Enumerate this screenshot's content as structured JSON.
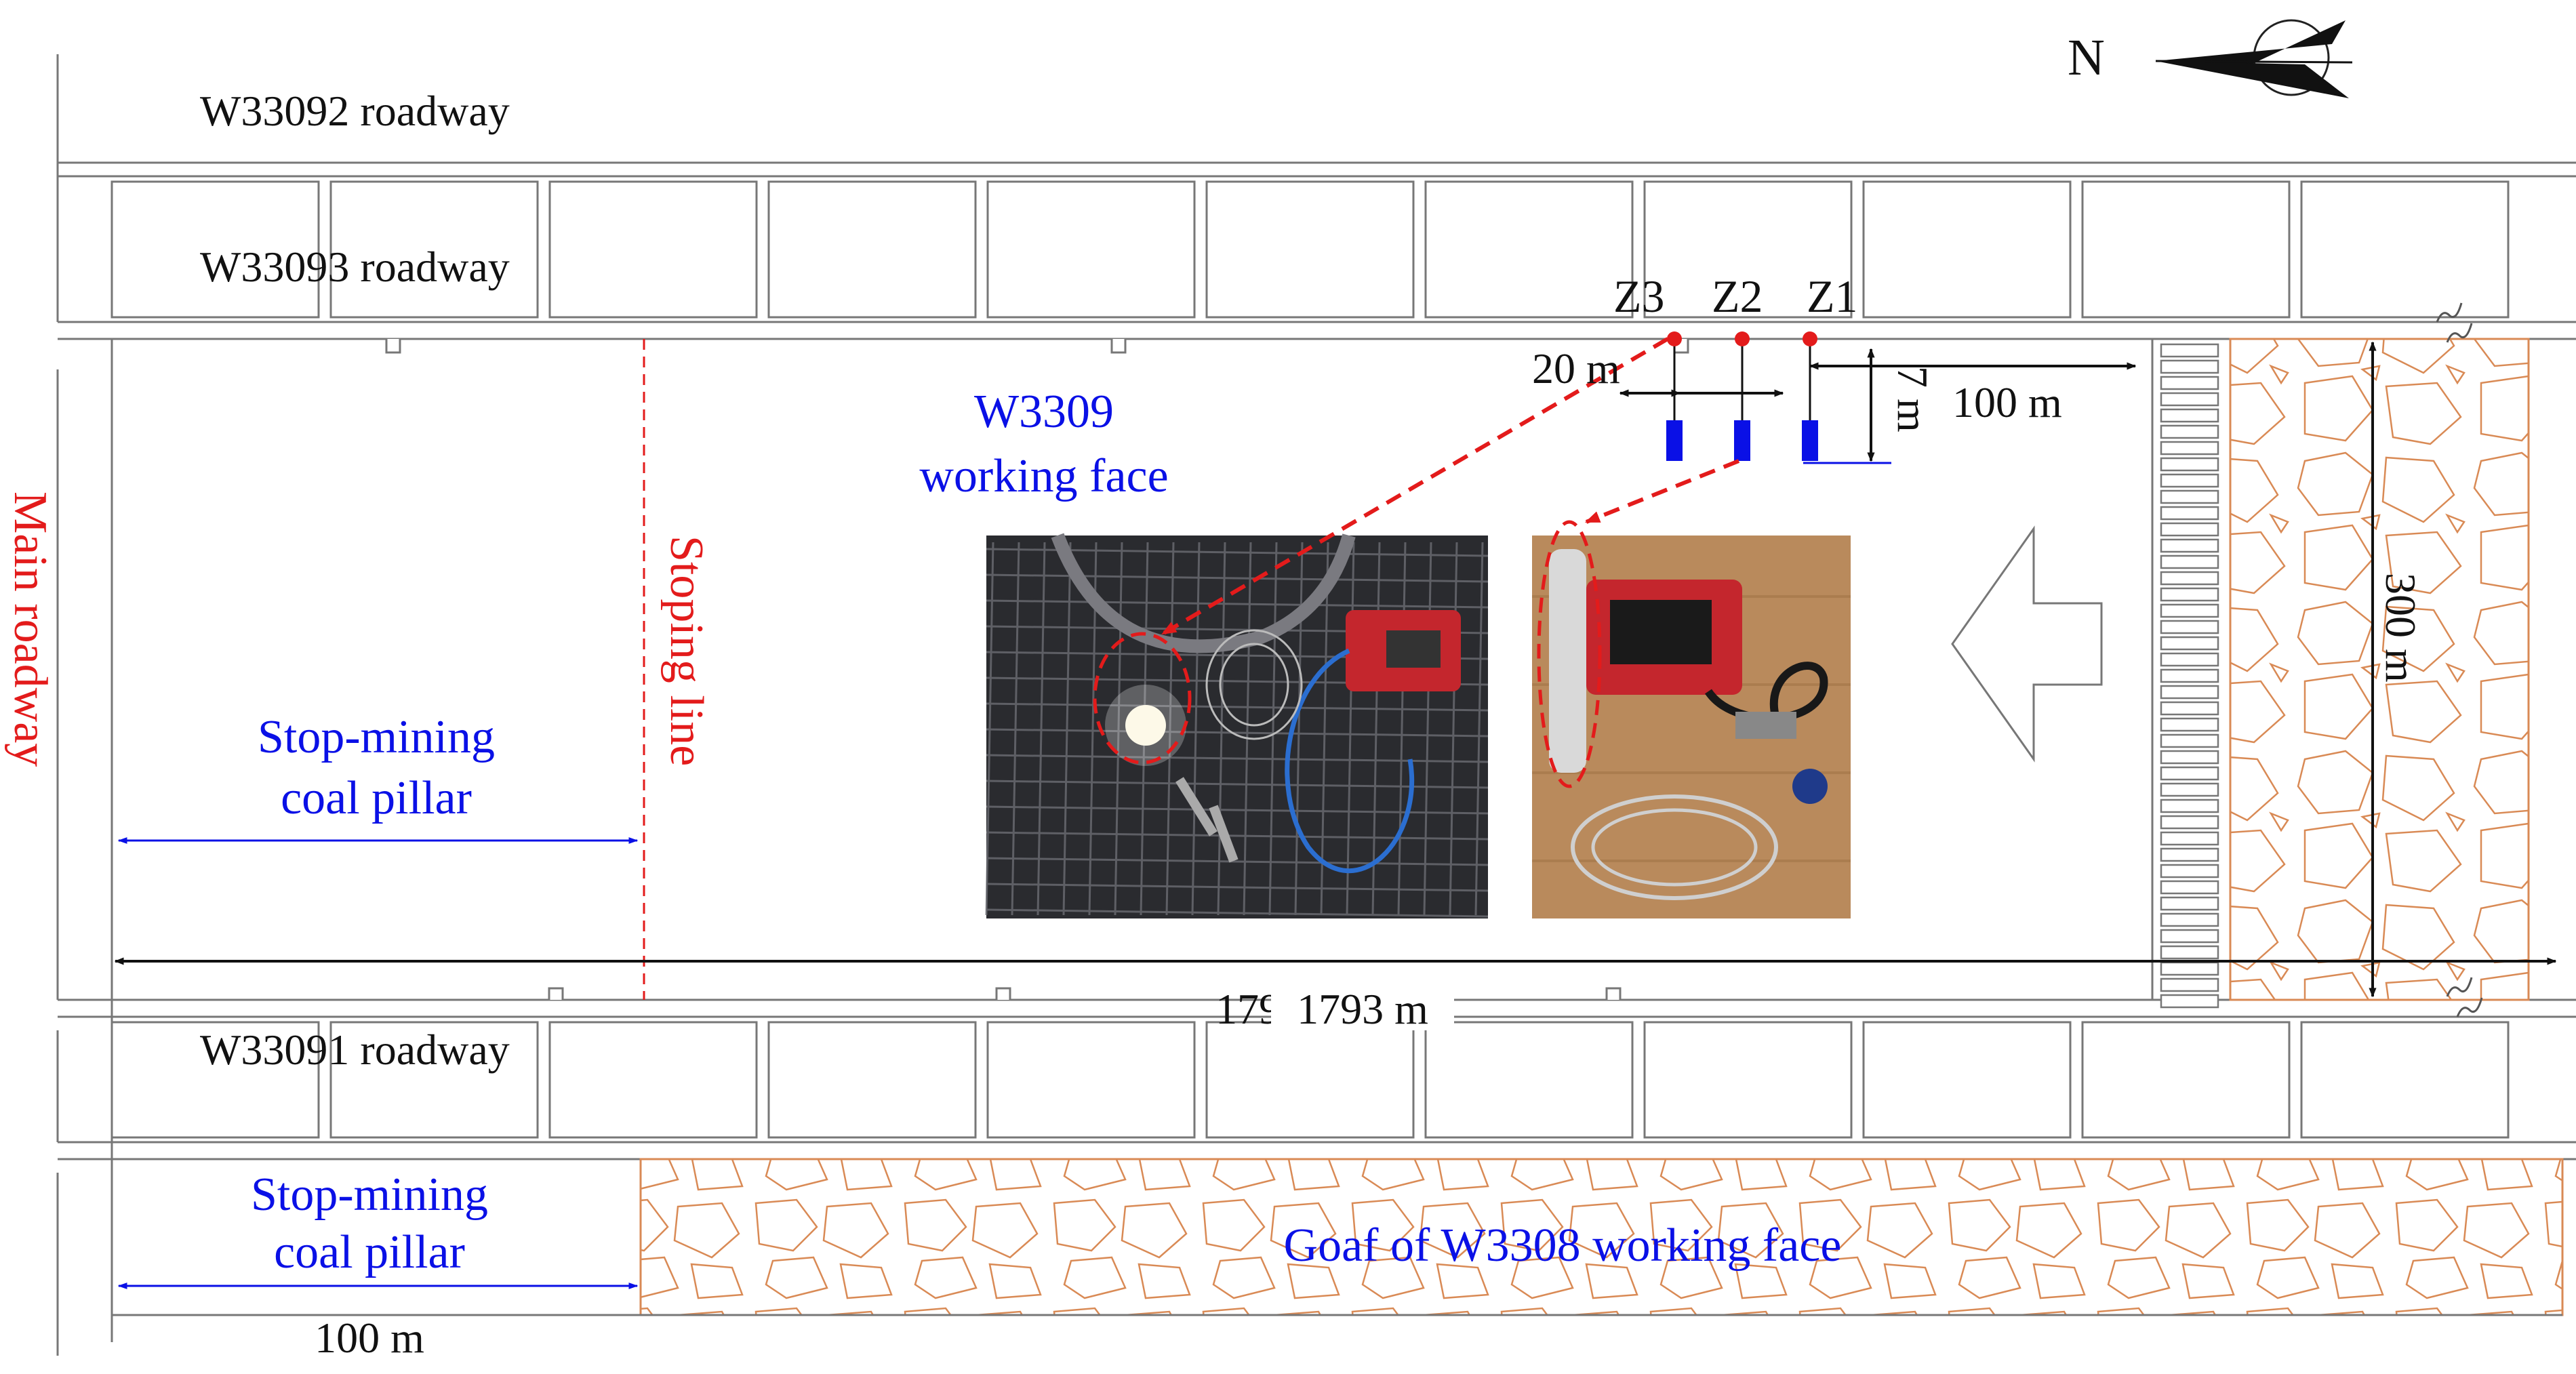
{
  "colors": {
    "blue": "#0a10e6",
    "red": "#e31b1b",
    "goaf": "#d98a55",
    "line": "#777777",
    "black": "#111111"
  },
  "roadways": {
    "top": "W33092 roadway",
    "upper": "W33093 roadway",
    "lower": "W33091 roadway",
    "main": "Main roadway"
  },
  "working_face": {
    "line1": "W3309",
    "line2": "working face"
  },
  "stoping_line": "Stoping line",
  "pillar": {
    "line1": "Stop-mining",
    "line2": "coal pillar"
  },
  "goaf_label": "Goaf of W3308 working face",
  "north": "N",
  "stations": [
    "Z3",
    "Z2",
    "Z1"
  ],
  "dimensions": {
    "spacing": "20 m",
    "depth": "7 m",
    "offset": "100 m",
    "width": "300 m",
    "length": "1793 m",
    "pillar_width": "100 m"
  },
  "photos": [
    {
      "name": "underground-installation-photo"
    },
    {
      "name": "stress-meter-equipment-photo"
    }
  ],
  "icons": [
    "north-arrow-icon",
    "advance-direction-arrow-icon"
  ]
}
